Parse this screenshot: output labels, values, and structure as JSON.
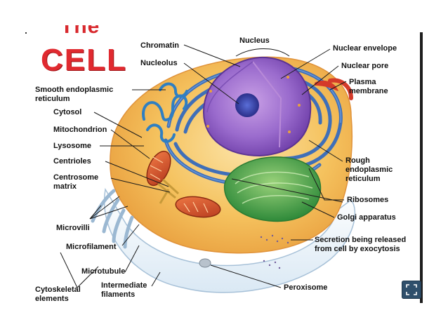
{
  "title": {
    "line1": "The",
    "line2": "CELL"
  },
  "labels": {
    "nucleus": "Nucleus",
    "chromatin": "Chromatin",
    "nucleolus": "Nucleolus",
    "nuclear_envelope": "Nuclear envelope",
    "nuclear_pore": "Nuclear pore",
    "plasma_membrane_1": "Plasma",
    "plasma_membrane_2": "membrane",
    "smooth_er_1": "Smooth endoplasmic",
    "smooth_er_2": "reticulum",
    "cytosol": "Cytosol",
    "mitochondrion": "Mitochondrion",
    "lysosome": "Lysosome",
    "centrioles": "Centrioles",
    "centrosome_1": "Centrosome",
    "centrosome_2": "matrix",
    "rough_er_1": "Rough",
    "rough_er_2": "endoplasmic",
    "rough_er_3": "reticulum",
    "ribosomes": "Ribosomes",
    "golgi": "Golgi apparatus",
    "microvilli": "Microvilli",
    "microfilament": "Microfilament",
    "secretion_1": "Secretion being released",
    "secretion_2": "from cell by exocytosis",
    "microtubule": "Microtubule",
    "intermediate_1": "Intermediate",
    "intermediate_2": "filaments",
    "peroxisome": "Peroxisome",
    "cytoskeletal_1": "Cytoskeletal",
    "cytoskeletal_2": "elements"
  },
  "controls": {
    "fullscreen_icon": "fullscreen-icon"
  },
  "colors": {
    "title": "#e02a30",
    "nucleus": "#8a5cc0",
    "rough_er": "#3f6fb8",
    "golgi": "#3f9a3a",
    "mitochondrion": "#d8532a",
    "cytoplasm": "#f6c66a",
    "plasma_membrane": "#d43a2a",
    "ui_button": "#2f4f6b"
  }
}
